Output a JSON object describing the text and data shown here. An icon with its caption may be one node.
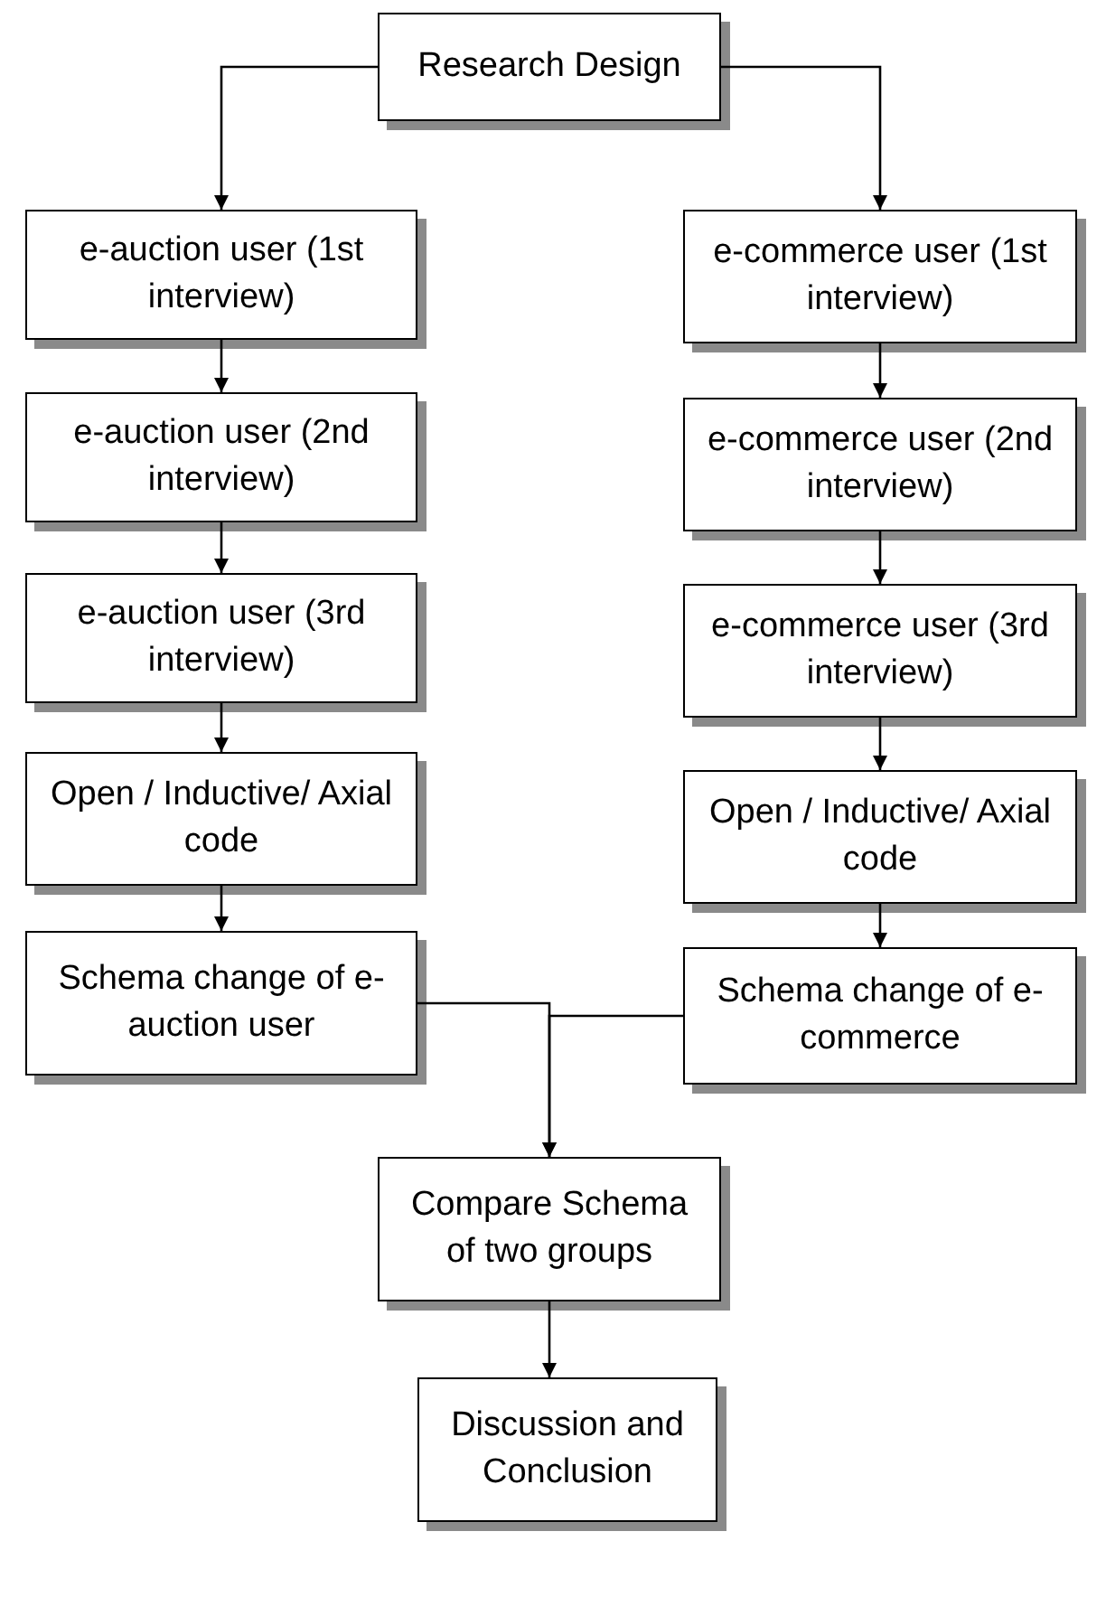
{
  "diagram": {
    "nodes": [
      {
        "text": [
          "Research Design"
        ]
      },
      {
        "text": [
          "e-auction user (1st interview)"
        ]
      },
      {
        "text": [
          "e-auction user (2nd interview)"
        ]
      },
      {
        "text": [
          "e-auction user (3rd interview)"
        ]
      },
      {
        "text": [
          "Open / Inductive/ Axial code"
        ]
      },
      {
        "text": [
          "Schema change of e-auction user"
        ]
      },
      {
        "text": [
          "e-commerce user (1st interview)"
        ]
      },
      {
        "text": [
          "e-commerce user (2nd interview)"
        ]
      },
      {
        "text": [
          "e-commerce user (3rd interview)"
        ]
      },
      {
        "text": [
          "Open / Inductive/ Axial code"
        ]
      },
      {
        "text": [
          "Schema change of e-commerce"
        ]
      },
      {
        "text": [
          "Compare Schema of two groups"
        ]
      },
      {
        "text": [
          "Discussion and Conclusion"
        ]
      }
    ],
    "edges": [
      {
        "from": 0,
        "to": 1,
        "arrow": "to"
      },
      {
        "from": 1,
        "to": 2,
        "arrow": "to"
      },
      {
        "from": 2,
        "to": 3,
        "arrow": "to"
      },
      {
        "from": 3,
        "to": 4,
        "arrow": "to"
      },
      {
        "from": 4,
        "to": 5,
        "arrow": "to"
      },
      {
        "from": 0,
        "to": 6,
        "arrow": "to"
      },
      {
        "from": 6,
        "to": 7,
        "arrow": "to"
      },
      {
        "from": 7,
        "to": 8,
        "arrow": "to"
      },
      {
        "from": 8,
        "to": 9,
        "arrow": "to"
      },
      {
        "from": 9,
        "to": 10,
        "arrow": "to"
      },
      {
        "from": 5,
        "to": 11,
        "arrow": "to"
      },
      {
        "from": 10,
        "to": 11,
        "arrow": "to"
      },
      {
        "from": 11,
        "to": 12,
        "arrow": "to"
      }
    ]
  }
}
